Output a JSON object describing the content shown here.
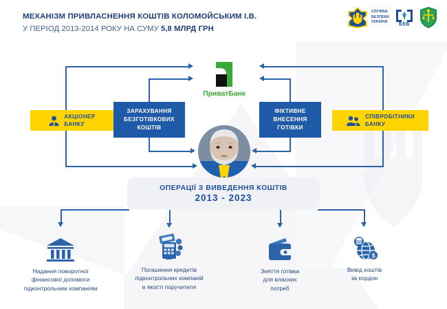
{
  "header": {
    "title_line1": "МЕХАНІЗМ ПРИВЛАСНЕННЯ КОШТІВ КОЛОМОЙСЬКИМ І.В.",
    "title_line2_prefix": "У ПЕРІОД 2013-2014 РОКУ НА СУМУ ",
    "title_line2_amount": "5,8 МЛРД ГРН",
    "logos": [
      {
        "name": "sbu-emblem",
        "line1": "СЛУЖБА",
        "line2": "БЕЗПЕКИ",
        "line3": "УКРАЇНИ"
      },
      {
        "name": "beb-emblem",
        "label": "БЕБ"
      },
      {
        "name": "prosecutor-emblem",
        "label": ""
      }
    ]
  },
  "bank": {
    "name": "ПриватБанк",
    "logo_color": "#3aa935"
  },
  "actors": {
    "shareholder": "АКЦІОНЕР\nБАНКУ",
    "shareholder_l1": "АКЦІОНЕР",
    "shareholder_l2": "БАНКУ",
    "employees_l1": "СПІВРОБІТНИКИ",
    "employees_l2": "БАНКУ"
  },
  "operations": {
    "noncash": "ЗАРАХУВАННЯ\nБЕЗГОТІВКОВИХ\nКОШТІВ",
    "noncash_l1": "ЗАРАХУВАННЯ",
    "noncash_l2": "БЕЗГОТІВКОВИХ",
    "noncash_l3": "КОШТІВ",
    "fictitious_l1": "ФІКТИВНЕ",
    "fictitious_l2": "ВНЕСЕННЯ",
    "fictitious_l3": "ГОТІВКИ"
  },
  "banner": {
    "line1": "ОПЕРАЦІЇ З ВИВЕДЕННЯ КОШТІВ",
    "line2": "2013 - 2023"
  },
  "outcomes": [
    {
      "icon": "bank-building-icon",
      "caption_l1": "Надання поворотної",
      "caption_l2": "фінансової допомоги",
      "caption_l3": "підконтрольним компаніям"
    },
    {
      "icon": "money-calculator-icon",
      "caption_l1": "Погашення кредитів",
      "caption_l2": "підконтрольних компаній",
      "caption_l3": "в якості поручителя"
    },
    {
      "icon": "wallet-icon",
      "caption_l1": "Зняття готівки",
      "caption_l2": "для власних",
      "caption_l3": "потреб"
    },
    {
      "icon": "globe-money-icon",
      "caption_l1": "Вивід коштів",
      "caption_l2": "за кордон",
      "caption_l3": ""
    }
  ],
  "colors": {
    "blue": "#1f5aa8",
    "yellow": "#ffd400",
    "dark_navy": "#1d3f77",
    "green": "#3aa935",
    "line": "#2a63ab"
  }
}
